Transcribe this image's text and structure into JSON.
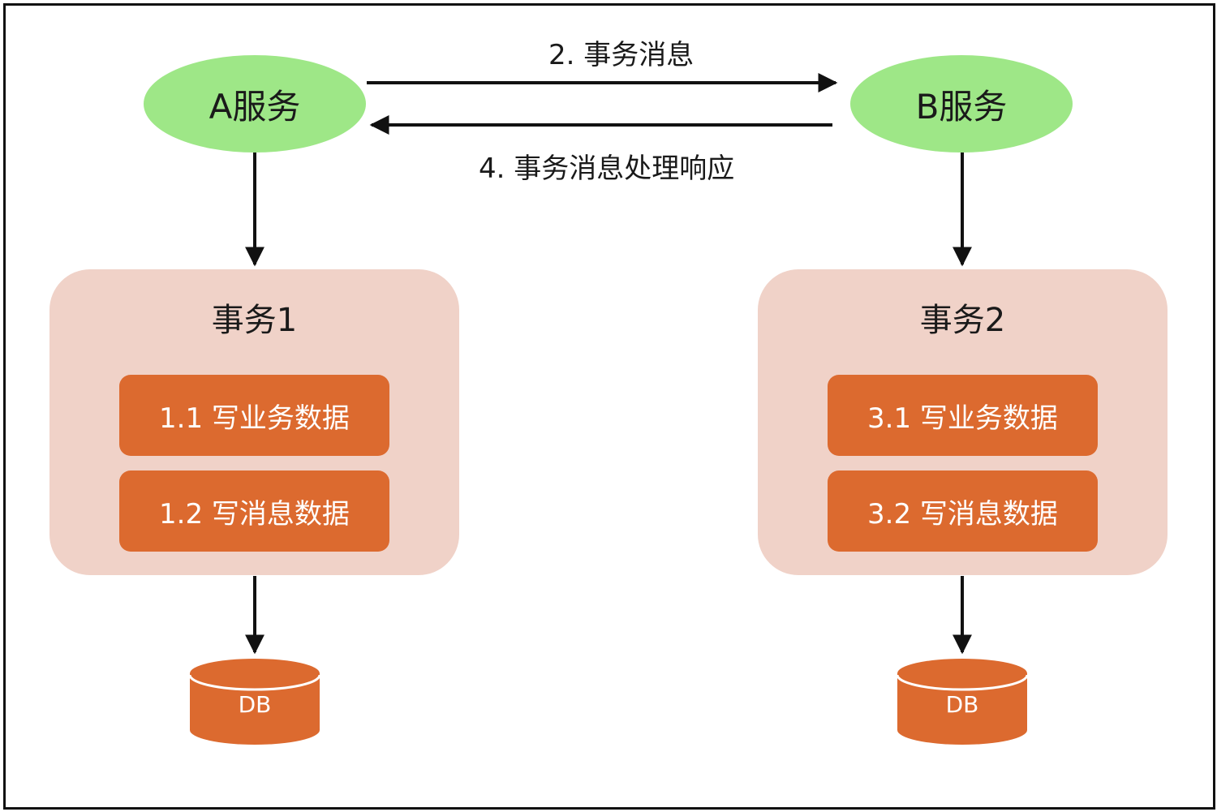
{
  "services": {
    "a": "A服务",
    "b": "B服务"
  },
  "messages": {
    "send": "2. 事务消息",
    "response": "4. 事务消息处理响应"
  },
  "transactions": [
    {
      "title": "事务1",
      "steps": [
        "1.1 写业务数据",
        "1.2 写消息数据"
      ],
      "db": "DB"
    },
    {
      "title": "事务2",
      "steps": [
        "3.1 写业务数据",
        "3.2 写消息数据"
      ],
      "db": "DB"
    }
  ],
  "colors": {
    "service": "#9ee787",
    "group": "#f0d2c8",
    "step": "#dc6a2f",
    "db": "#dc6a2f",
    "line": "#111111"
  }
}
